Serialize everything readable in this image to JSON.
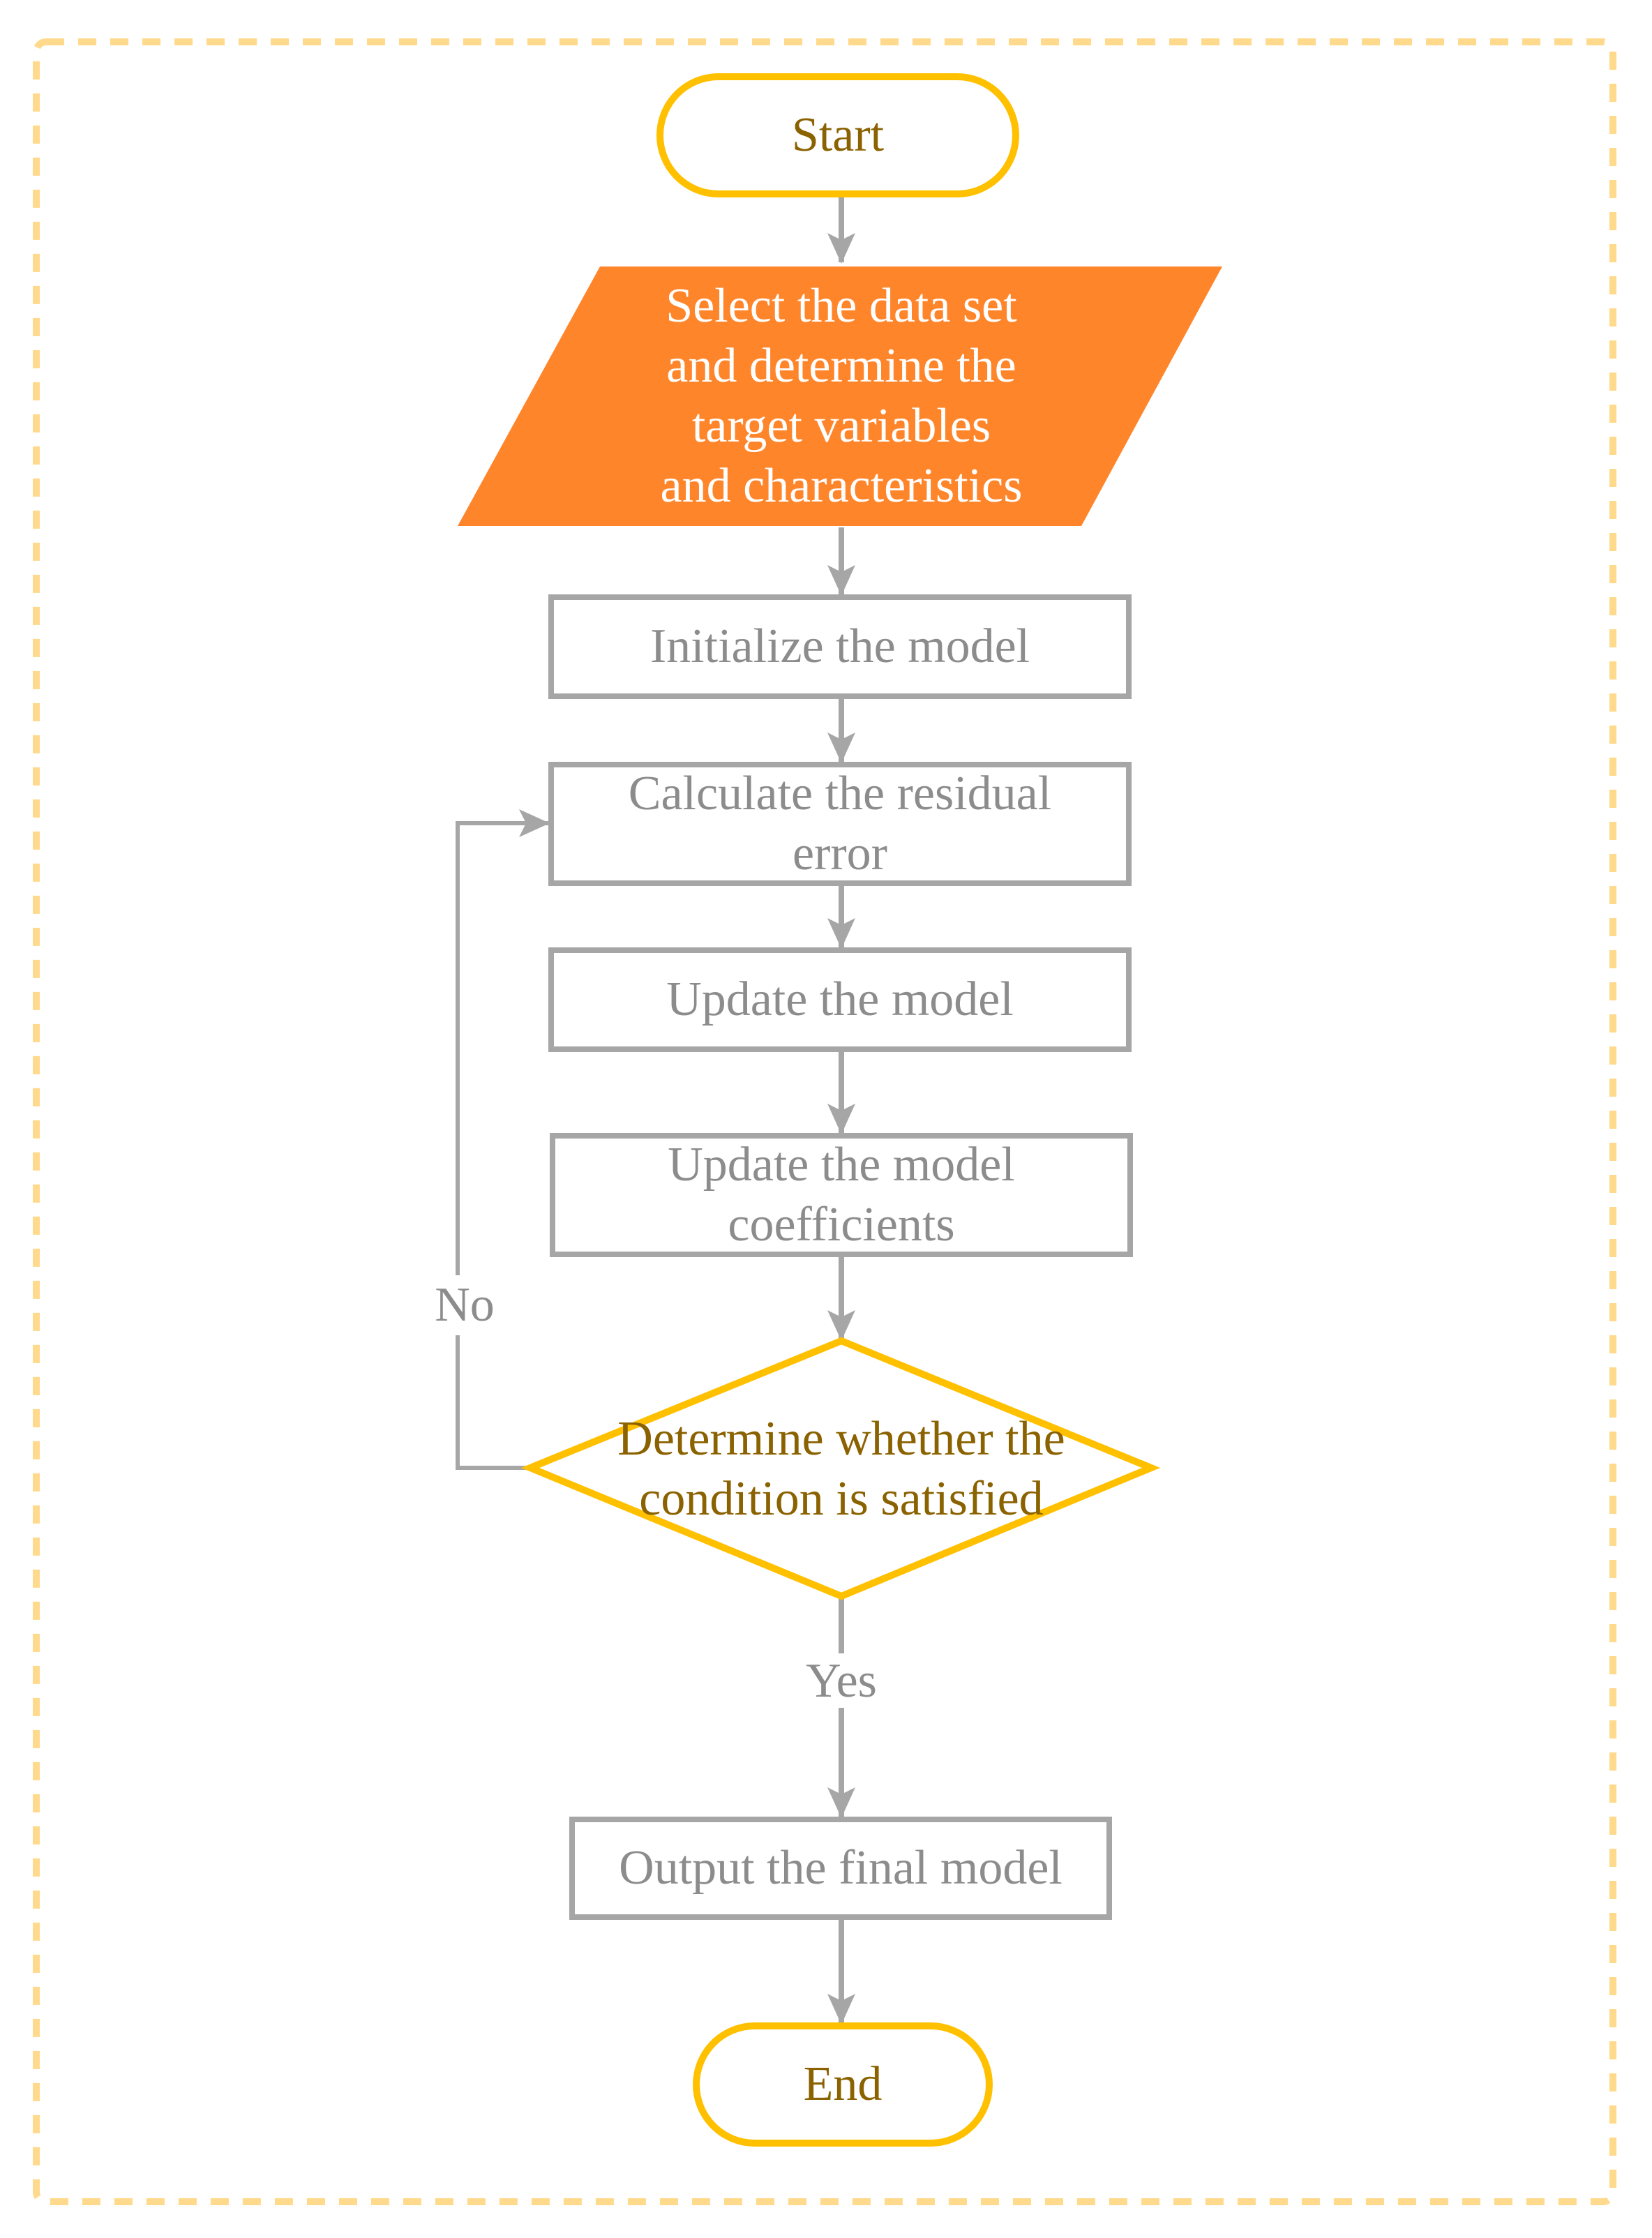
{
  "colors": {
    "frame_dashed": "#ffd98c",
    "terminal_stroke": "#ffc000",
    "terminal_text": "#8a6200",
    "io_fill": "#ff852b",
    "io_text": "#ffffff",
    "process_stroke": "#a6a6a6",
    "process_text": "#8c8c8c",
    "decision_stroke": "#ffc000",
    "decision_text": "#8a6200",
    "connector": "#a6a6a6"
  },
  "nodes": {
    "start": {
      "shape": "terminal",
      "label": "Start"
    },
    "select": {
      "shape": "parallelogram",
      "label": "Select the data set\nand determine the\ntarget variables\nand characteristics"
    },
    "init": {
      "shape": "process",
      "label": "Initialize the model"
    },
    "residual": {
      "shape": "process",
      "label": "Calculate the residual\nerror"
    },
    "update_model": {
      "shape": "process",
      "label": "Update the model"
    },
    "update_coef": {
      "shape": "process",
      "label": "Update the model\ncoefficients"
    },
    "decision": {
      "shape": "decision",
      "label": "Determine whether the\ncondition is satisfied"
    },
    "output": {
      "shape": "process",
      "label": "Output the final model"
    },
    "end": {
      "shape": "terminal",
      "label": "End"
    }
  },
  "edges": [
    {
      "from": "start",
      "to": "select",
      "label": ""
    },
    {
      "from": "select",
      "to": "init",
      "label": ""
    },
    {
      "from": "init",
      "to": "residual",
      "label": ""
    },
    {
      "from": "residual",
      "to": "update_model",
      "label": ""
    },
    {
      "from": "update_model",
      "to": "update_coef",
      "label": ""
    },
    {
      "from": "update_coef",
      "to": "decision",
      "label": ""
    },
    {
      "from": "decision",
      "to": "residual",
      "label": "No"
    },
    {
      "from": "decision",
      "to": "output",
      "label": "Yes"
    },
    {
      "from": "output",
      "to": "end",
      "label": ""
    }
  ]
}
